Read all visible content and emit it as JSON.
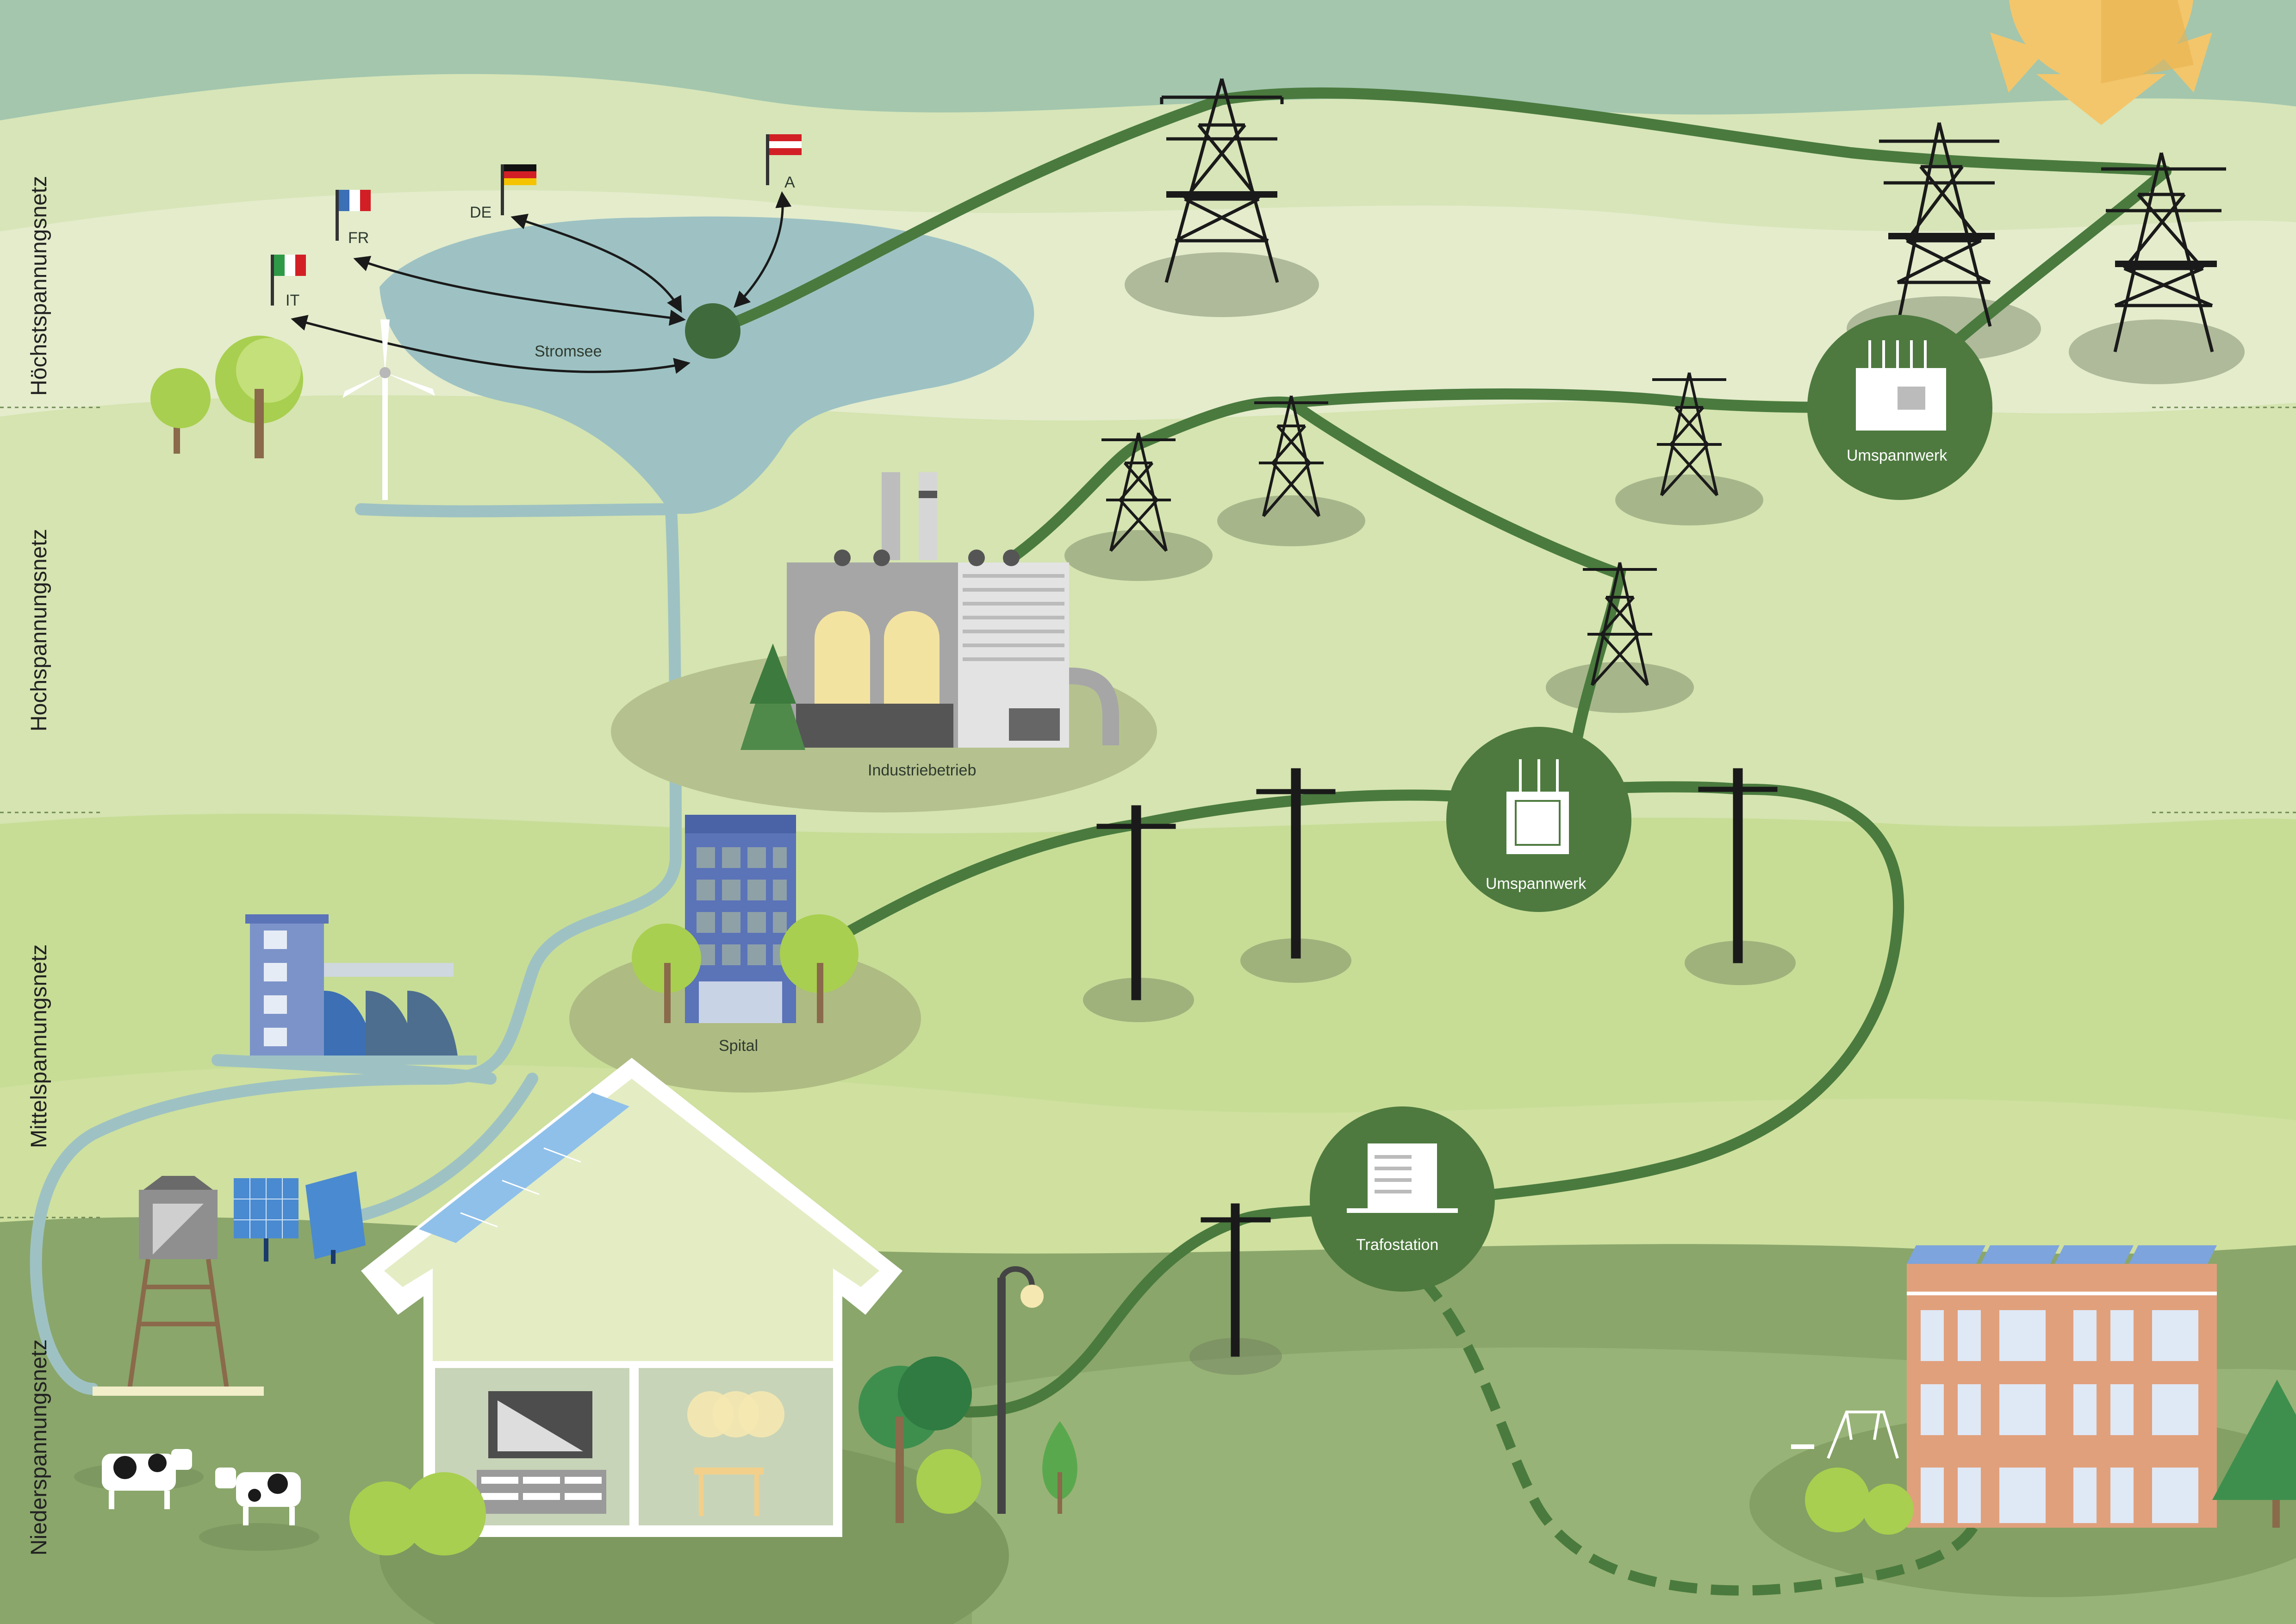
{
  "side_labels": {
    "hoechst": "Höchstspannungsnetz",
    "hoch": "Hochspannungsnetz",
    "mittel": "Mittelspannungsnetz",
    "nieder": "Niederspannungsnetz"
  },
  "lake_label": "Stromsee",
  "flags": [
    {
      "code": "DE",
      "colors": [
        "#111111",
        "#d21f26",
        "#f5c400"
      ]
    },
    {
      "code": "A",
      "colors": [
        "#d21f26",
        "#ffffff",
        "#d21f26"
      ]
    },
    {
      "code": "FR",
      "colors": [
        "#3b6fb6",
        "#ffffff",
        "#d21f26"
      ]
    },
    {
      "code": "IT",
      "colors": [
        "#2e9a47",
        "#ffffff",
        "#d21f26"
      ]
    }
  ],
  "places": {
    "industrie": "Industriebetrieb",
    "spital": "Spital",
    "umspannwerk_1": "Umspannwerk",
    "umspannwerk_2": "Umspannwerk",
    "trafostation": "Trafostation"
  },
  "colors": {
    "line": "#4a7a3e",
    "station": "#4e7a3f",
    "water": "#9ec2c3",
    "sun": "#f3c66b"
  }
}
